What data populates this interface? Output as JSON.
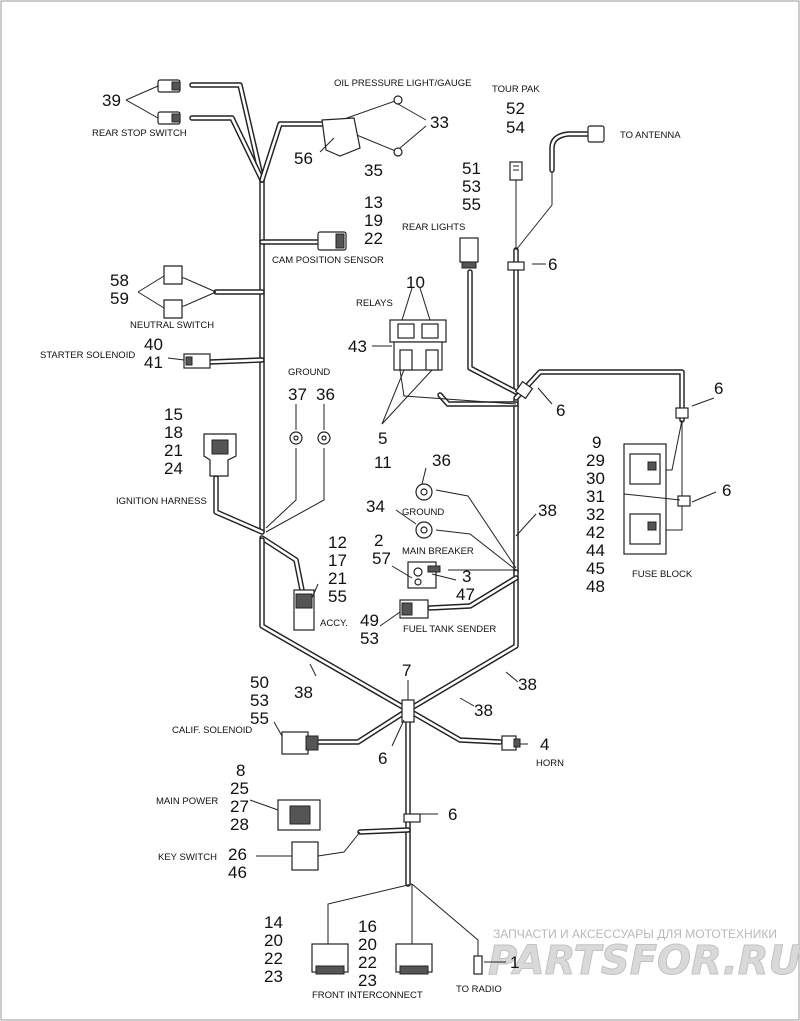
{
  "labels": {
    "rear_stop_switch": "REAR STOP SWITCH",
    "oil_pressure": "OIL PRESSURE LIGHT/GAUGE",
    "tour_pak": "TOUR PAK",
    "to_antenna": "TO ANTENNA",
    "rear_lights": "REAR LIGHTS",
    "cam_position_sensor": "CAM POSITION SENSOR",
    "neutral_switch": "NEUTRAL SWITCH",
    "relays": "RELAYS",
    "starter_solenoid": "STARTER SOLENOID",
    "ground_top": "GROUND",
    "ignition_harness": "IGNITION HARNESS",
    "ground_mid": "GROUND",
    "main_breaker": "MAIN BREAKER",
    "fuse_block": "FUSE BLOCK",
    "fuel_tank_sender": "FUEL TANK SENDER",
    "accy": "ACCY.",
    "calif_solenoid": "CALIF. SOLENOID",
    "horn": "HORN",
    "main_power": "MAIN POWER",
    "key_switch": "KEY SWITCH",
    "front_interconnect": "FRONT INTERCONNECT",
    "to_radio": "TO RADIO"
  },
  "callouts": {
    "c39": "39",
    "c33": "33",
    "c35": "35",
    "c56": "56",
    "c52_54": [
      "52",
      "54"
    ],
    "c51_53_55": [
      "51",
      "53",
      "55"
    ],
    "c6_tour": "6",
    "c13_19_22": [
      "13",
      "19",
      "22"
    ],
    "c58_59": [
      "58",
      "59"
    ],
    "c10": "10",
    "c43": "43",
    "c40_41": [
      "40",
      "41"
    ],
    "c37": "37",
    "c36_top": "36",
    "c6_junction": "6",
    "c6_fuse_top": "6",
    "c5_11": [
      "5",
      "11"
    ],
    "c15_18_21_24": [
      "15",
      "18",
      "21",
      "24"
    ],
    "c36_mid": "36",
    "c34": "34",
    "c38_right": "38",
    "c2_57": [
      "2",
      "57"
    ],
    "c3_47": [
      "3",
      "47"
    ],
    "c9_group": [
      "9",
      "29",
      "30",
      "31",
      "32",
      "42",
      "44",
      "45",
      "48"
    ],
    "c6_fuse_mid": "6",
    "c12_17_21_55": [
      "12",
      "17",
      "21",
      "55"
    ],
    "c49_53": [
      "49",
      "53"
    ],
    "c7": "7",
    "c38_left": "38",
    "c38_lower_right": "38",
    "c38_center": "38",
    "c50_53_55": [
      "50",
      "53",
      "55"
    ],
    "c6_hub": "6",
    "c4": "4",
    "c8_25_27_28": [
      "8",
      "25",
      "27",
      "28"
    ],
    "c6_lower": "6",
    "c26_46": [
      "26",
      "46"
    ],
    "c14_20_22_23": [
      "14",
      "20",
      "22",
      "23"
    ],
    "c16_20_22_23": [
      "16",
      "20",
      "22",
      "23"
    ],
    "c1": "1"
  },
  "watermark": {
    "tagline": "ЗАПЧАСТИ И АКСЕССУАРЫ ДЛЯ МОТОТЕХНИКИ",
    "brand": "PARTSFOR.RU"
  }
}
